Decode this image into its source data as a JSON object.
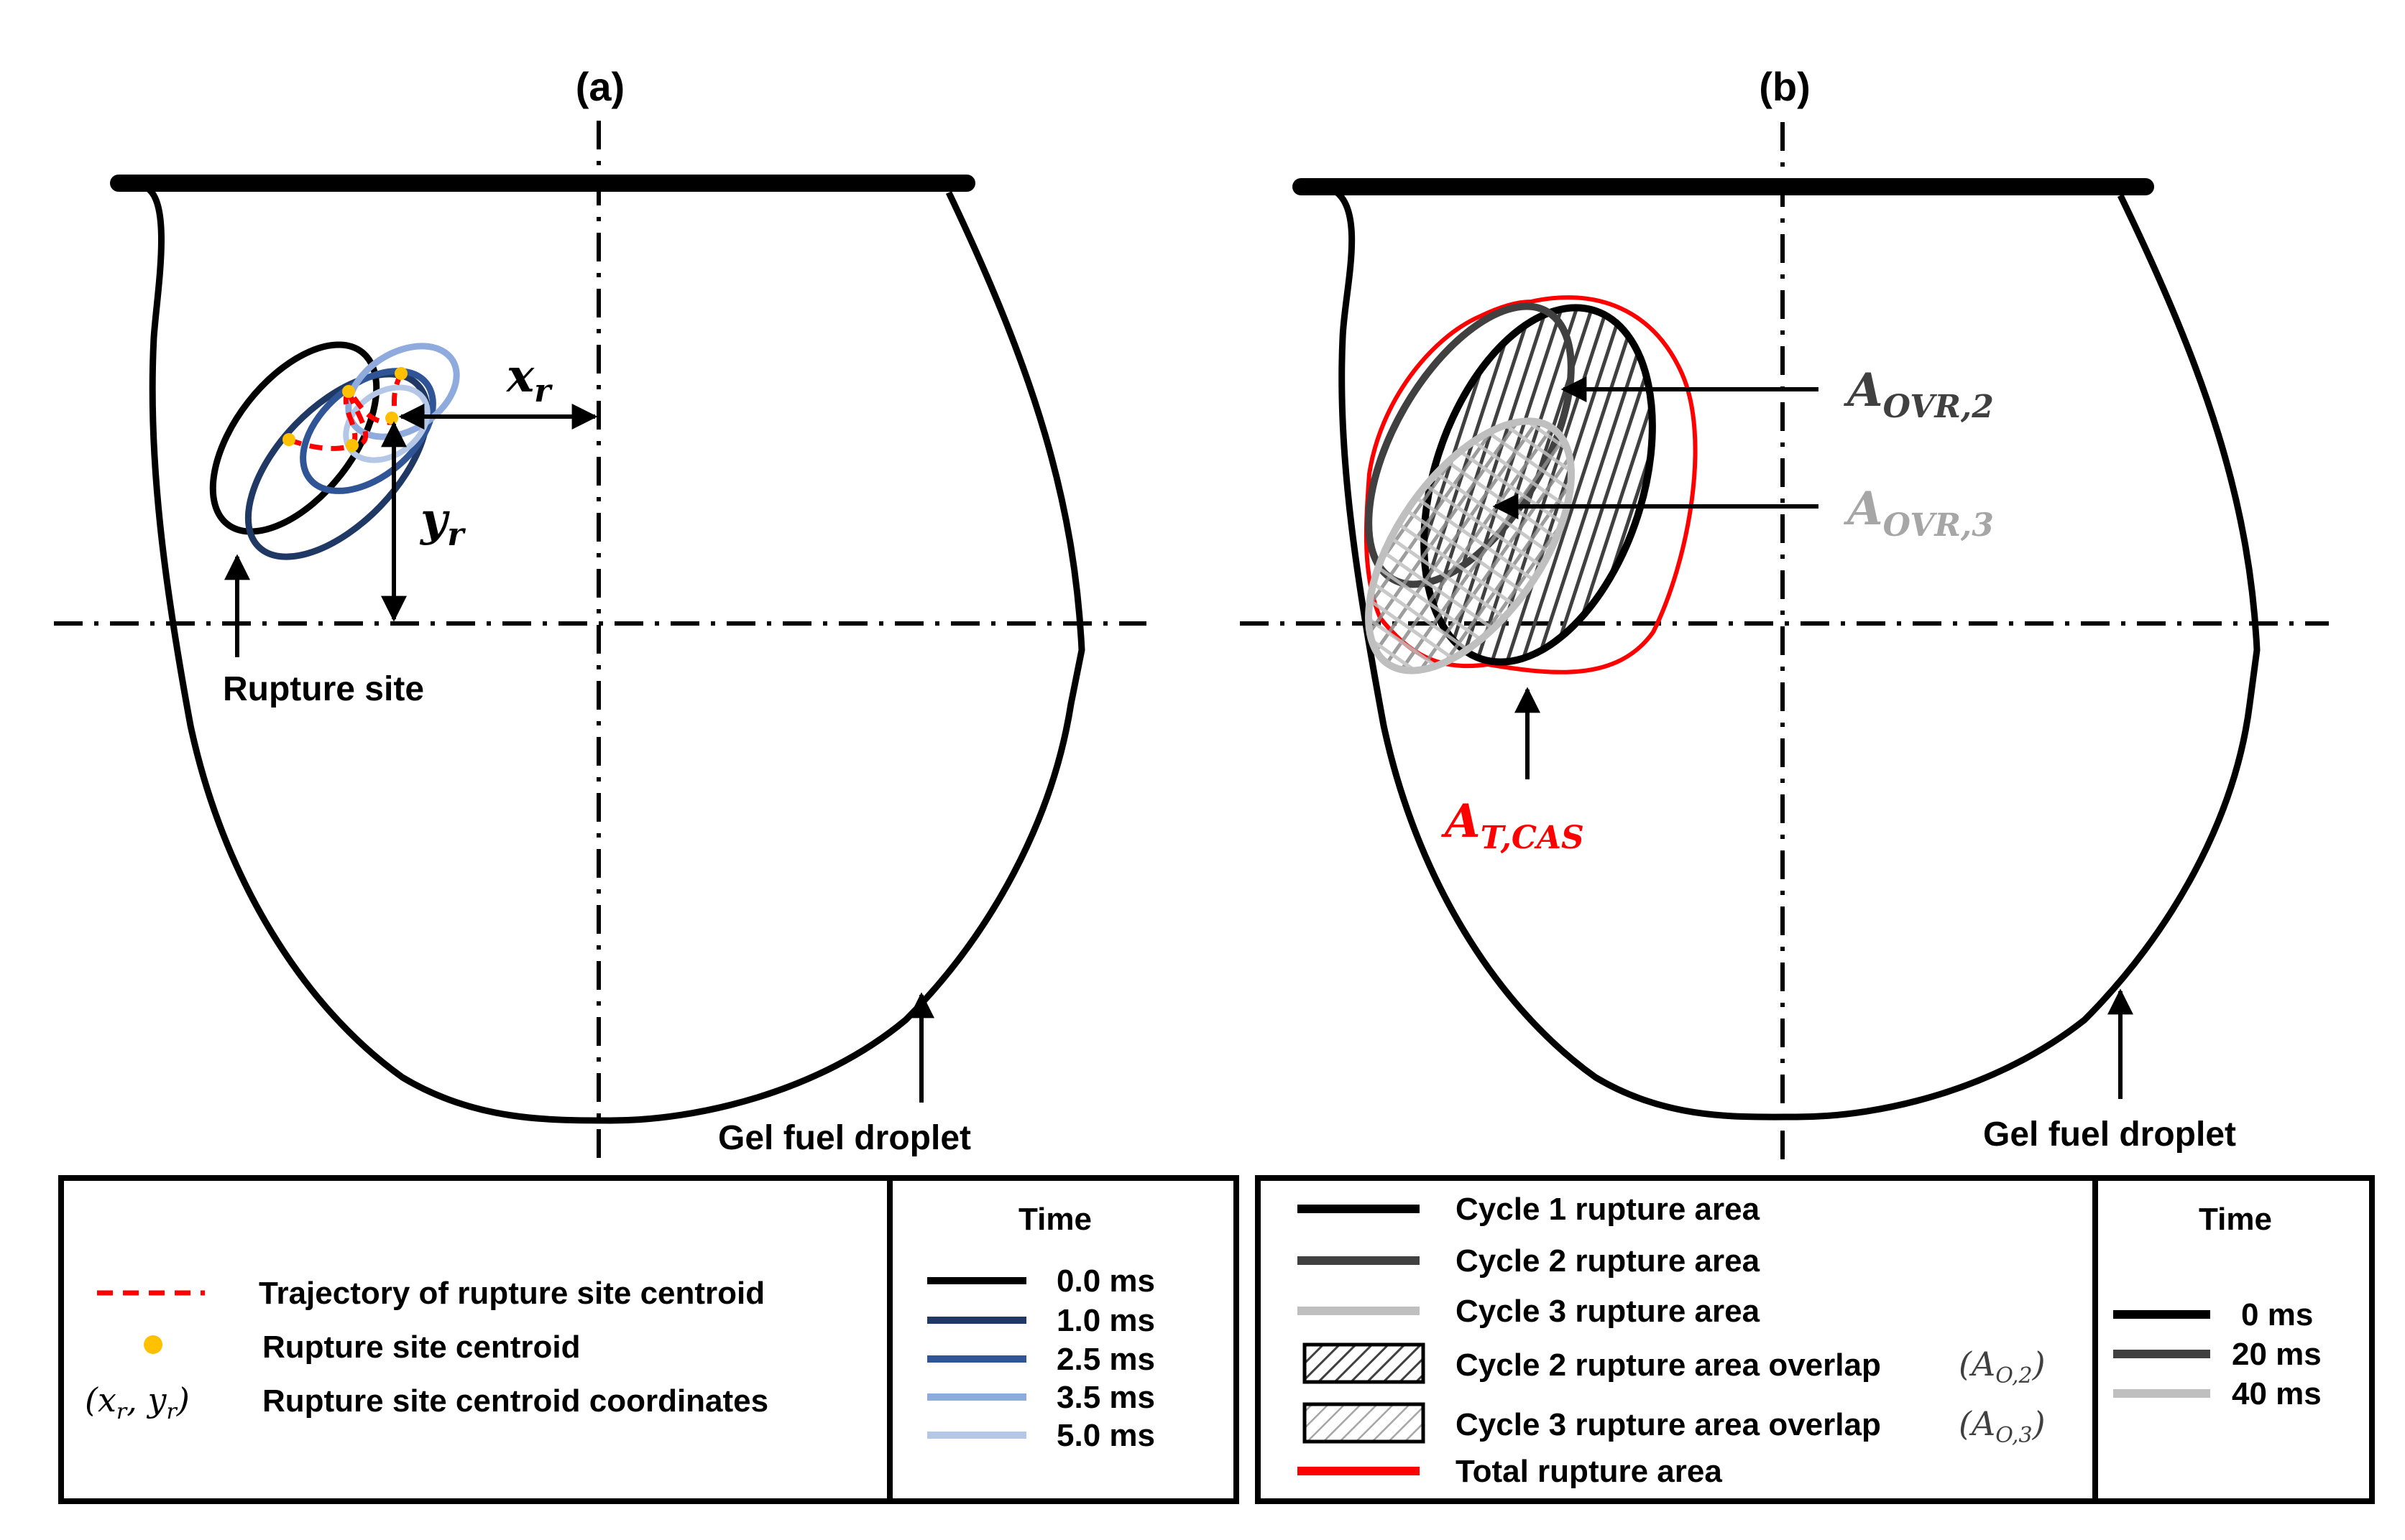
{
  "panel_a": {
    "label": "(a)",
    "x_label": {
      "main": "x",
      "sub": "r"
    },
    "y_label": {
      "main": "y",
      "sub": "r"
    },
    "rupture_site": "Rupture site",
    "droplet": "Gel fuel droplet"
  },
  "panel_b": {
    "label": "(b)",
    "a_ovr2": {
      "main": "A",
      "sub": "OVR,2"
    },
    "a_ovr3": {
      "main": "A",
      "sub": "OVR,3"
    },
    "a_tcas": {
      "main": "A",
      "sub": "T,CAS"
    },
    "droplet": "Gel fuel droplet"
  },
  "legend_a": {
    "items": [
      "Trajectory of rupture site centroid",
      "Rupture site centroid",
      "Rupture site centroid coordinates"
    ],
    "coord_symbol": {
      "x": "x",
      "xs": "r",
      "y": "y",
      "ys": "r"
    },
    "time_title": "Time",
    "times": [
      "0.0 ms",
      "1.0 ms",
      "2.5 ms",
      "3.5 ms",
      "5.0 ms"
    ]
  },
  "legend_b": {
    "items": [
      "Cycle 1 rupture area",
      "Cycle 2 rupture area",
      "Cycle 3 rupture area",
      "Cycle 2 rupture area overlap",
      "Cycle 3 rupture area overlap",
      "Total rupture area"
    ],
    "ao2": {
      "main": "A",
      "sub": "O,2"
    },
    "ao3": {
      "main": "A",
      "sub": "O,3"
    },
    "time_title": "Time",
    "times": [
      "0 ms",
      "20 ms",
      "40 ms"
    ]
  },
  "colors": {
    "black": "#000000",
    "red": "#ff0000",
    "centroid": "#ffc000",
    "navy1": "#1f3864",
    "blue25": "#2f5597",
    "blue35": "#8faadc",
    "blue50": "#b4c7e7",
    "gray20": "#404040",
    "gray40": "#bfbfbf",
    "ovr3_text": "#a6a6a6"
  }
}
